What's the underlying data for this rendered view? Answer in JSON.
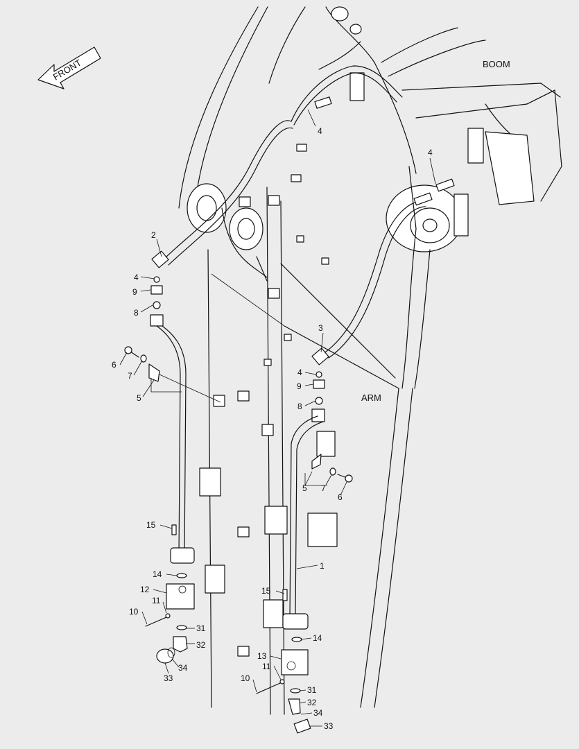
{
  "labels": {
    "boom": "BOOM",
    "arm": "ARM",
    "front": "FRONT"
  },
  "callouts": [
    {
      "id": "c-4a",
      "text": "4"
    },
    {
      "id": "c-4b",
      "text": "4"
    },
    {
      "id": "c-2",
      "text": "2"
    },
    {
      "id": "c-4c",
      "text": "4"
    },
    {
      "id": "c-9a",
      "text": "9"
    },
    {
      "id": "c-8a",
      "text": "8"
    },
    {
      "id": "c-6a",
      "text": "6"
    },
    {
      "id": "c-7a",
      "text": "7"
    },
    {
      "id": "c-5a",
      "text": "5"
    },
    {
      "id": "c-3",
      "text": "3"
    },
    {
      "id": "c-4d",
      "text": "4"
    },
    {
      "id": "c-9b",
      "text": "9"
    },
    {
      "id": "c-8b",
      "text": "8"
    },
    {
      "id": "c-5b",
      "text": "5"
    },
    {
      "id": "c-7b",
      "text": "7"
    },
    {
      "id": "c-6b",
      "text": "6"
    },
    {
      "id": "c-15a",
      "text": "15"
    },
    {
      "id": "c-1",
      "text": "1"
    },
    {
      "id": "c-14a",
      "text": "14"
    },
    {
      "id": "c-12",
      "text": "12"
    },
    {
      "id": "c-11a",
      "text": "11"
    },
    {
      "id": "c-10a",
      "text": "10"
    },
    {
      "id": "c-31a",
      "text": "31"
    },
    {
      "id": "c-32a",
      "text": "32"
    },
    {
      "id": "c-34a",
      "text": "34"
    },
    {
      "id": "c-33a",
      "text": "33"
    },
    {
      "id": "c-15b",
      "text": "15"
    },
    {
      "id": "c-14b",
      "text": "14"
    },
    {
      "id": "c-13",
      "text": "13"
    },
    {
      "id": "c-11b",
      "text": "11"
    },
    {
      "id": "c-10b",
      "text": "10"
    },
    {
      "id": "c-31b",
      "text": "31"
    },
    {
      "id": "c-32b",
      "text": "32"
    },
    {
      "id": "c-34b",
      "text": "34"
    },
    {
      "id": "c-33b",
      "text": "33"
    }
  ]
}
